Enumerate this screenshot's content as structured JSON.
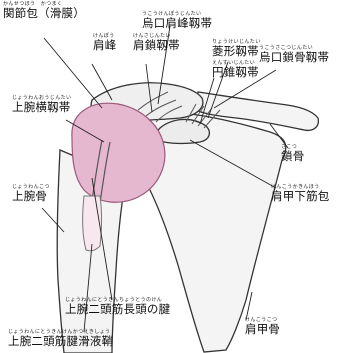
{
  "labels": {
    "capsule": {
      "ruby": "かんせつほう　かつまく",
      "text": "関節包（滑膜）"
    },
    "acromion": {
      "ruby": "けんぽう",
      "text": "肩峰"
    },
    "coracoacromial": {
      "ruby": "うこうけんぽうじんたい",
      "text": "烏口肩峰靱帯"
    },
    "acromioclavicular": {
      "ruby": "けんさじんたい",
      "text": "肩鎖靱帯"
    },
    "trapezoid": {
      "ruby": "りょうけいじんたい",
      "text": "菱形靱帯"
    },
    "conoid": {
      "ruby": "えんすいじんたい",
      "text": "円錐靱帯"
    },
    "coracoclavicular": {
      "ruby": "うこうさこつじんたい",
      "text": "烏口鎖骨靱帯"
    },
    "transverse": {
      "ruby": "じょうわんおうじんたい",
      "text": "上腕横靱帯"
    },
    "clavicle": {
      "ruby": "さこつ",
      "text": "鎖骨"
    },
    "subscapularis": {
      "ruby": "けんこうかきんほう",
      "text": "肩甲下筋包"
    },
    "humerus": {
      "ruby": "じょうわんこつ",
      "text": "上腕骨"
    },
    "bicepsTendon": {
      "ruby": "じょうわんにとうきんちょうとうのけん",
      "text": "上腕二頭筋長頭の腱"
    },
    "bicepsSheath": {
      "ruby": "じょうわんにとうきんけんかつえきしょう",
      "text": "上腕二頭筋腱滑液鞘"
    },
    "scapula": {
      "ruby": "けんこうこつ",
      "text": "肩甲骨"
    }
  }
}
